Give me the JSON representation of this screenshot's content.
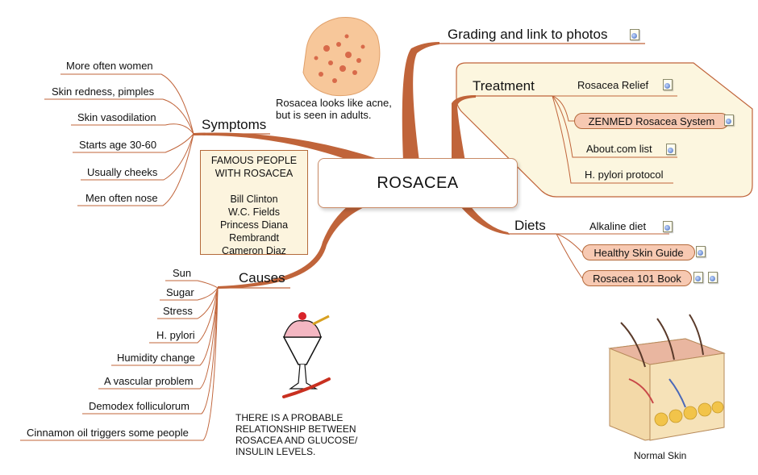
{
  "central_topic": "ROSACEA",
  "branches": {
    "symptoms": {
      "label": "Symptoms",
      "items": [
        "More often women",
        "Skin redness, pimples",
        "Skin vasodilation",
        "Starts age 30-60",
        "Usually cheeks",
        "Men often nose"
      ]
    },
    "causes": {
      "label": "Causes",
      "items": [
        "Sun",
        "Sugar",
        "Stress",
        "H. pylori",
        "Humidity change",
        "A vascular problem",
        "Demodex folliculorum",
        "Cinnamon oil triggers some people"
      ]
    },
    "grading": {
      "label": "Grading and link to photos"
    },
    "treatment": {
      "label": "Treatment",
      "items": [
        "Rosacea Relief",
        "ZENMED Rosacea System",
        "About.com list",
        "H. pylori protocol"
      ]
    },
    "diets": {
      "label": "Diets",
      "items": [
        "Alkaline diet",
        "Healthy Skin Guide",
        "Rosacea 101 Book"
      ]
    }
  },
  "famous_people": {
    "title_line1": "FAMOUS PEOPLE",
    "title_line2": "WITH ROSACEA",
    "names": [
      "Bill Clinton",
      "W.C. Fields",
      "Princess Diana",
      "Rembrandt",
      "Cameron Diaz"
    ]
  },
  "notes": {
    "acne_line1": "Rosacea looks like acne,",
    "acne_line2": "but is seen in adults.",
    "glucose_line1": "THERE IS A PROBABLE",
    "glucose_line2": "RELATIONSHIP BETWEEN",
    "glucose_line3": "ROSACEA AND GLUCOSE/",
    "glucose_line4": "INSULIN LEVELS.",
    "normal_skin": "Normal Skin"
  },
  "icons": {
    "link": "link-document-icon",
    "acne": "acne-skin-image",
    "sundae": "ice-cream-sundae-image",
    "skin": "skin-cross-section-image"
  },
  "colors": {
    "branch": "#c0643a",
    "pill_fill": "#f7c9b2",
    "treatment_fill": "#fcf6df",
    "famous_fill": "#fcf4de"
  }
}
